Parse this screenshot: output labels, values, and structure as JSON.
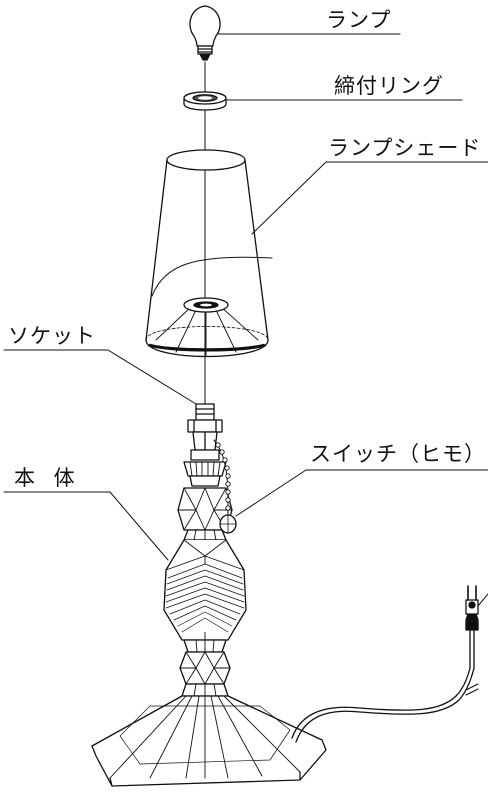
{
  "labels": {
    "lamp": "ランプ",
    "ring": "締付リング",
    "shade": "ランプシェード",
    "socket": "ソケット",
    "switch": "スイッチ（ヒモ）",
    "body": "本 体"
  }
}
